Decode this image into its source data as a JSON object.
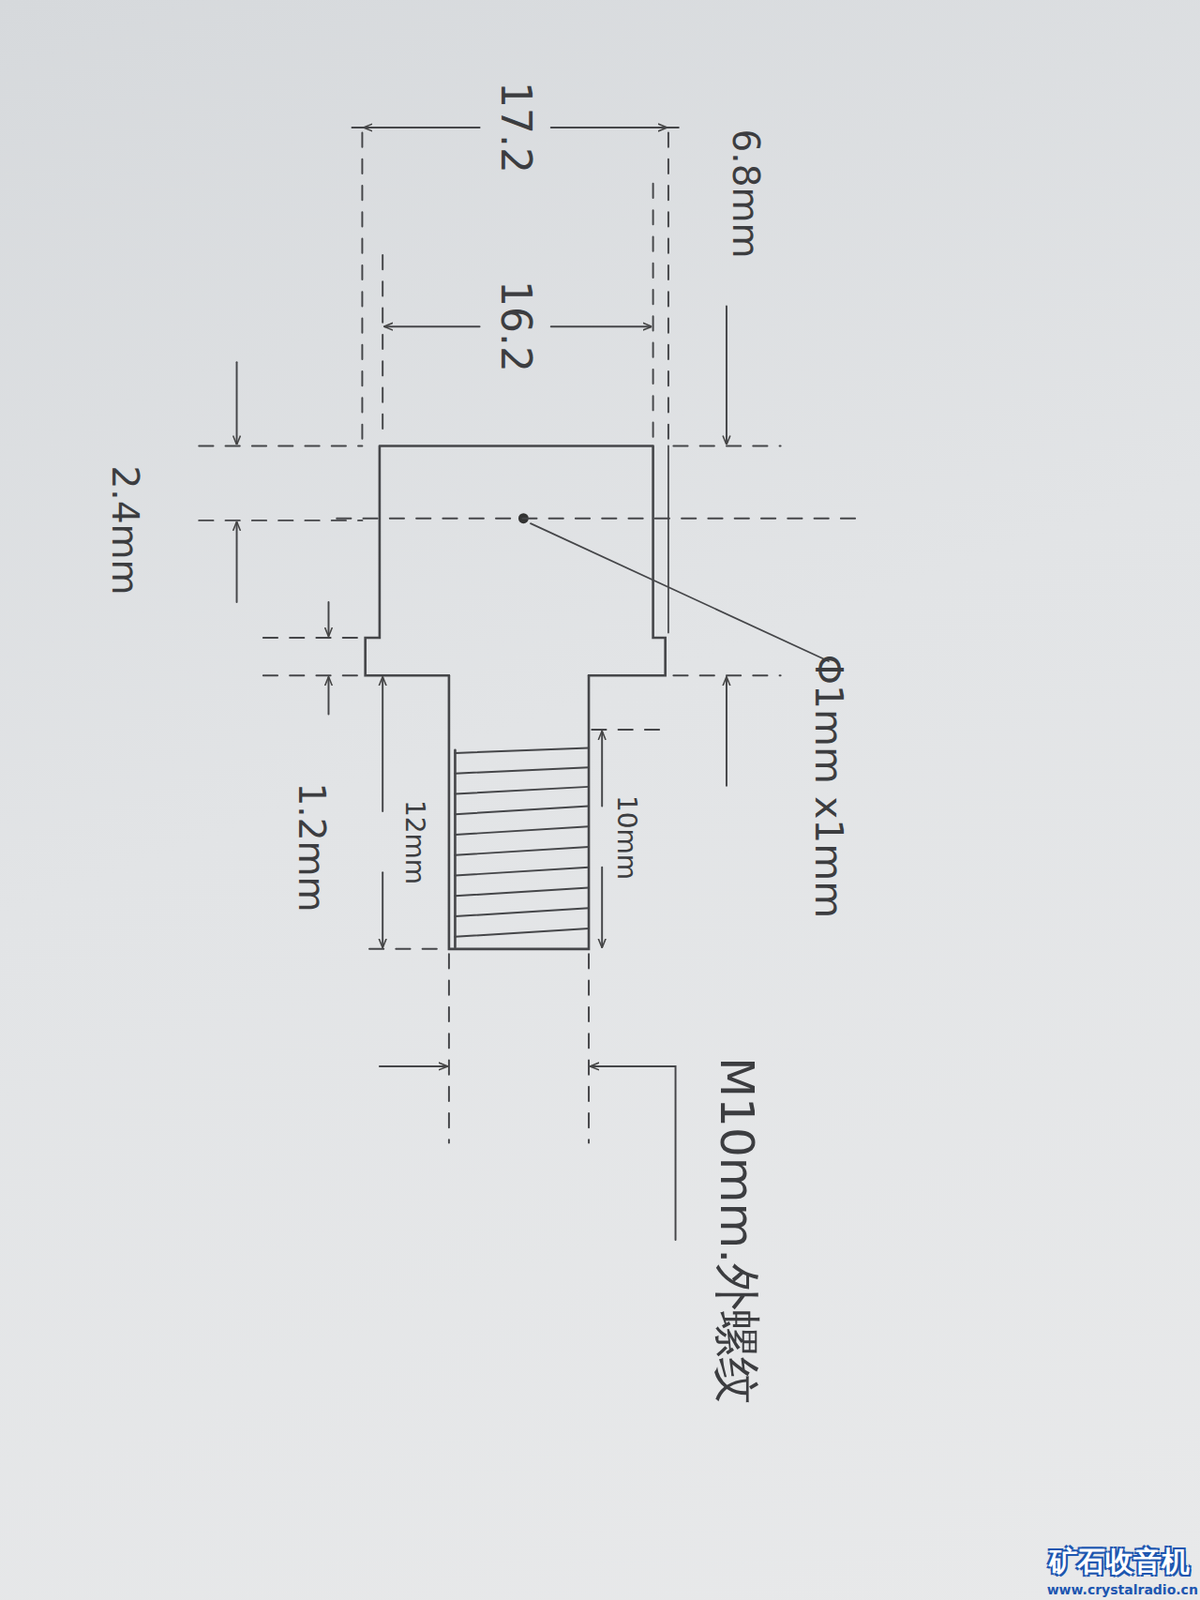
{
  "diagram": {
    "labels": [
      "6.8mm",
      "17.2",
      "16.2",
      "2.4mm",
      "1.2mm",
      "12mm",
      "10mm",
      "Φ1mm x1mm",
      "M10mm.外螺纹",
      "矿石收音机",
      "www.crystalradio.cn"
    ]
  }
}
